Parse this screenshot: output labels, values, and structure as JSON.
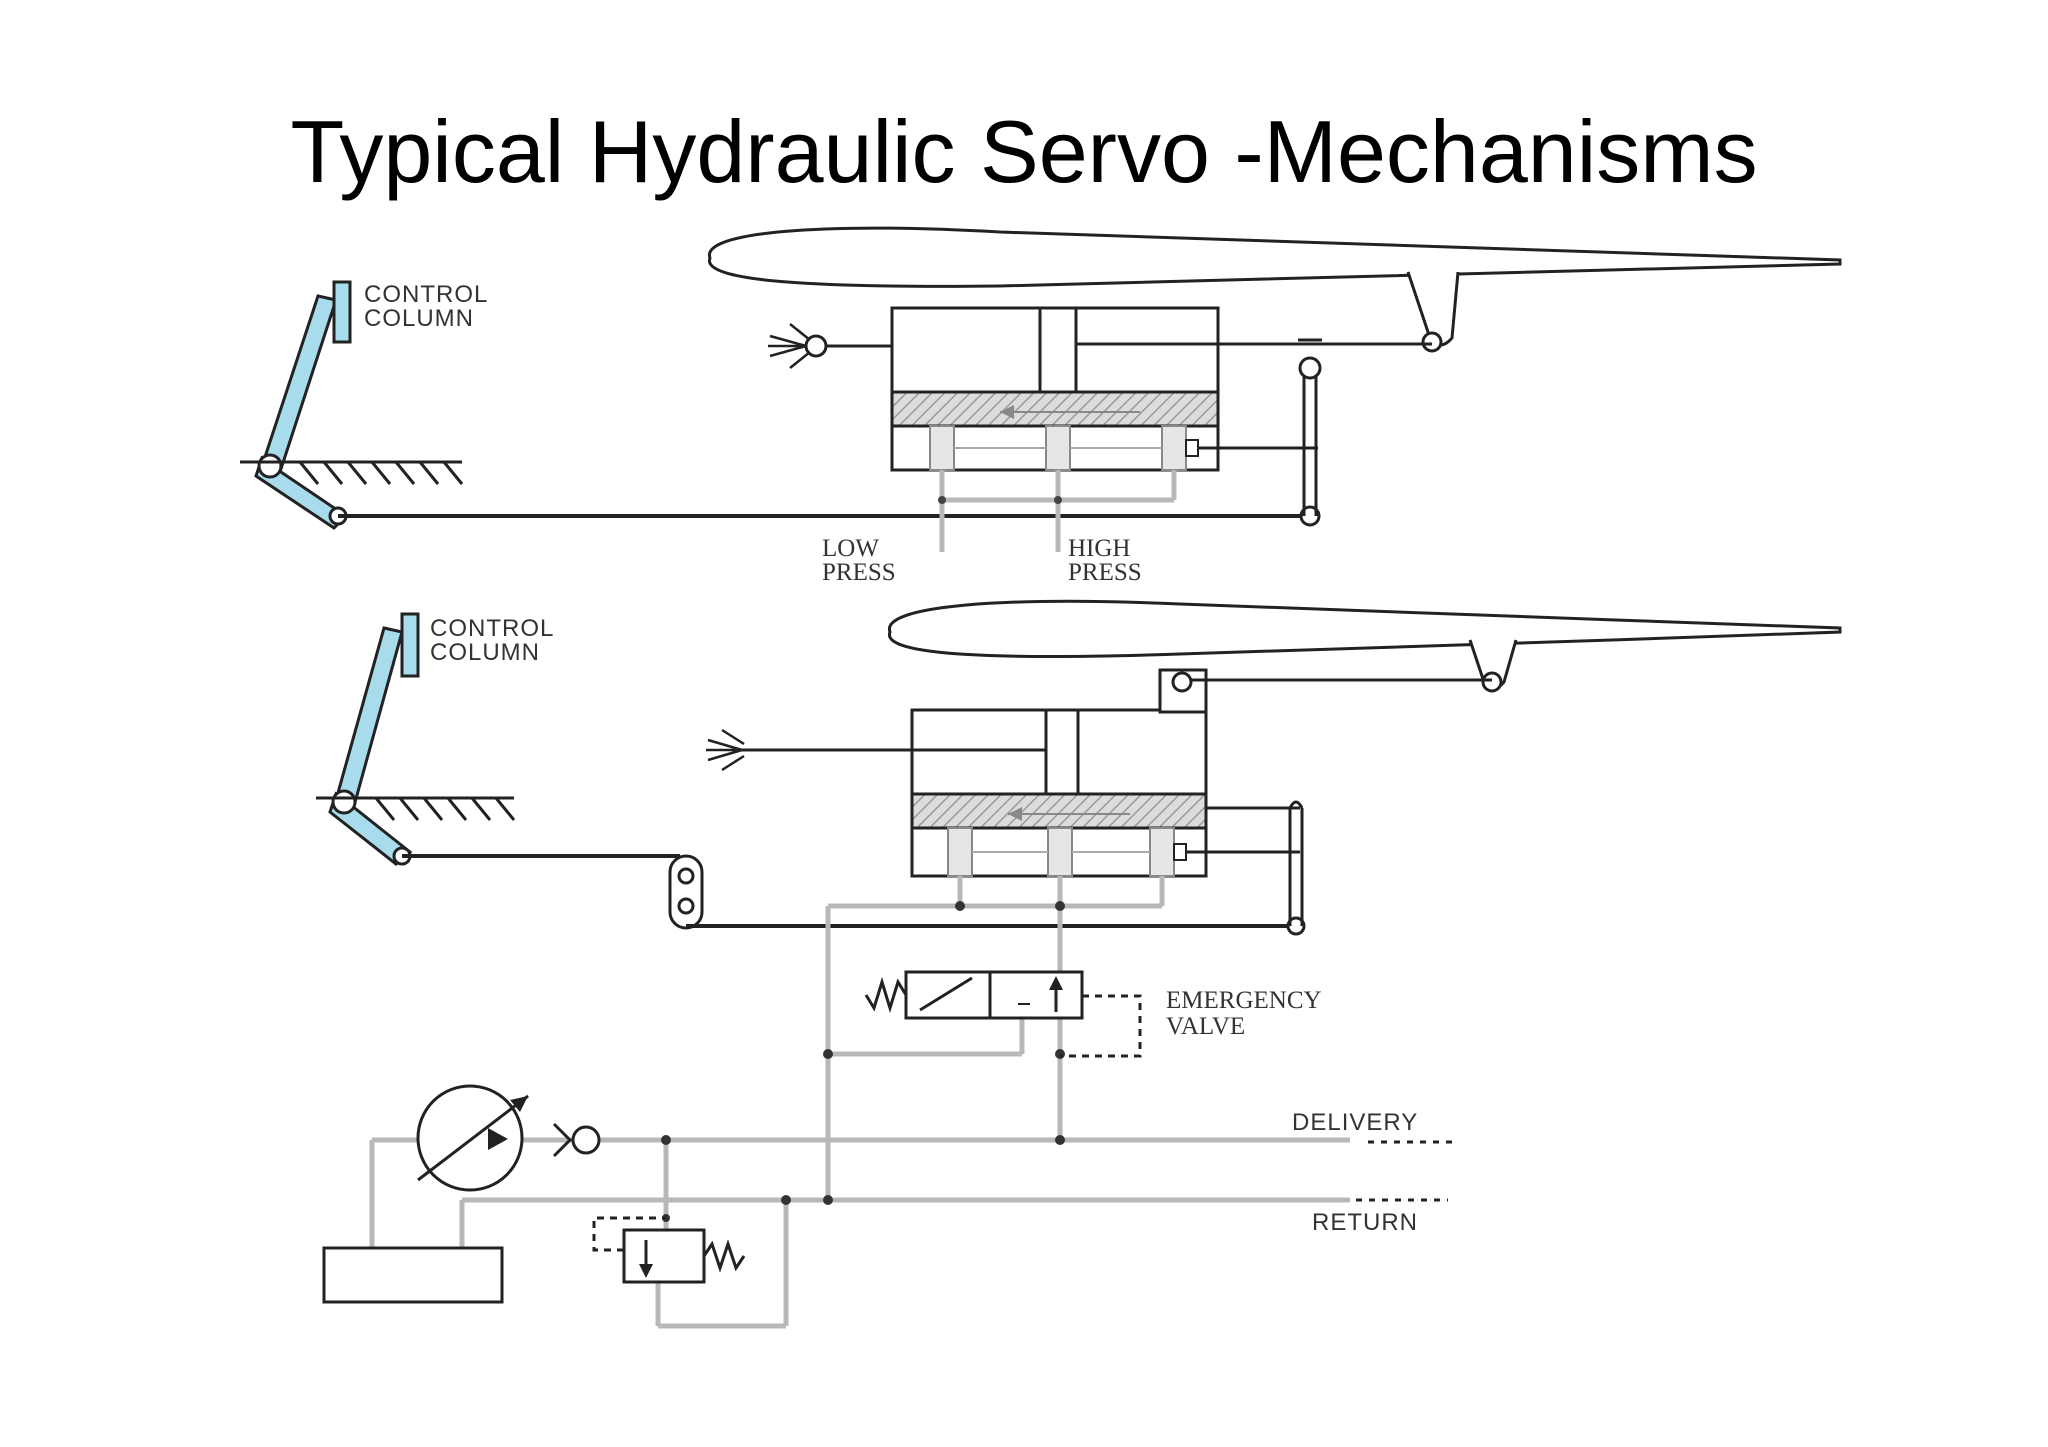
{
  "title": "Typical Hydraulic Servo -Mechanisms",
  "top_diagram": {
    "control_column_line1": "CONTROL",
    "control_column_line2": "COLUMN",
    "low_press_line1": "LOW",
    "low_press_line2": "PRESS",
    "high_press_line1": "HIGH",
    "high_press_line2": "PRESS"
  },
  "bottom_diagram": {
    "control_column_line1": "CONTROL",
    "control_column_line2": "COLUMN",
    "emergency_valve_line1": "EMERGENCY",
    "emergency_valve_line2": "VALVE",
    "delivery": "DELIVERY",
    "return": "RETURN"
  },
  "colors": {
    "lever": "#a8dcec",
    "hydraulic_line": "#b8b8b8",
    "outline": "#222222"
  }
}
